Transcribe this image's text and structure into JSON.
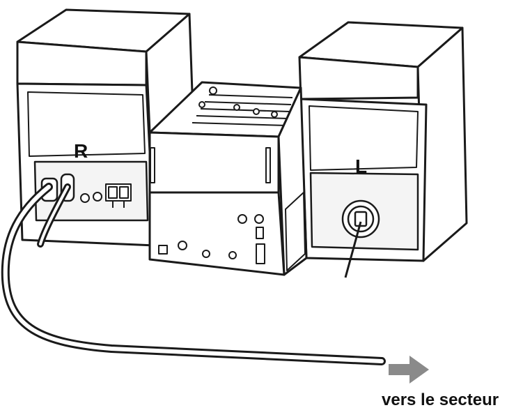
{
  "labels": {
    "right_speaker": "R",
    "left_speaker": "L",
    "caption": "vers le secteur"
  },
  "colors": {
    "line": "#1a1a1a",
    "arrow": "#8a8a8a",
    "panel": "#f4f4f4"
  }
}
